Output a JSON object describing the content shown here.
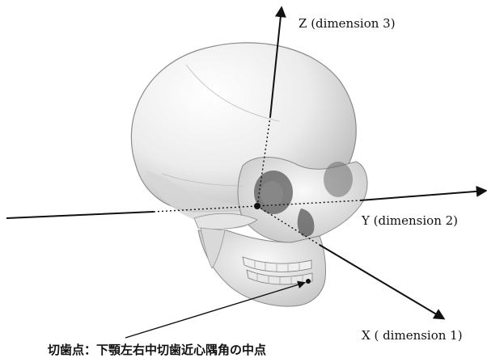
{
  "axes": {
    "z_label": "Z (dimension 3)",
    "y_label": "Y (dimension 2)",
    "x_label": "X ( dimension 1)"
  },
  "caption": "切歯点：下顎左右中切歯近心隅角の中点",
  "colors": {
    "axis": "#111111",
    "skull_fill": "#f2f2f2",
    "skull_shade": "#c8c8c8",
    "skull_dark": "#6a6a6a"
  }
}
